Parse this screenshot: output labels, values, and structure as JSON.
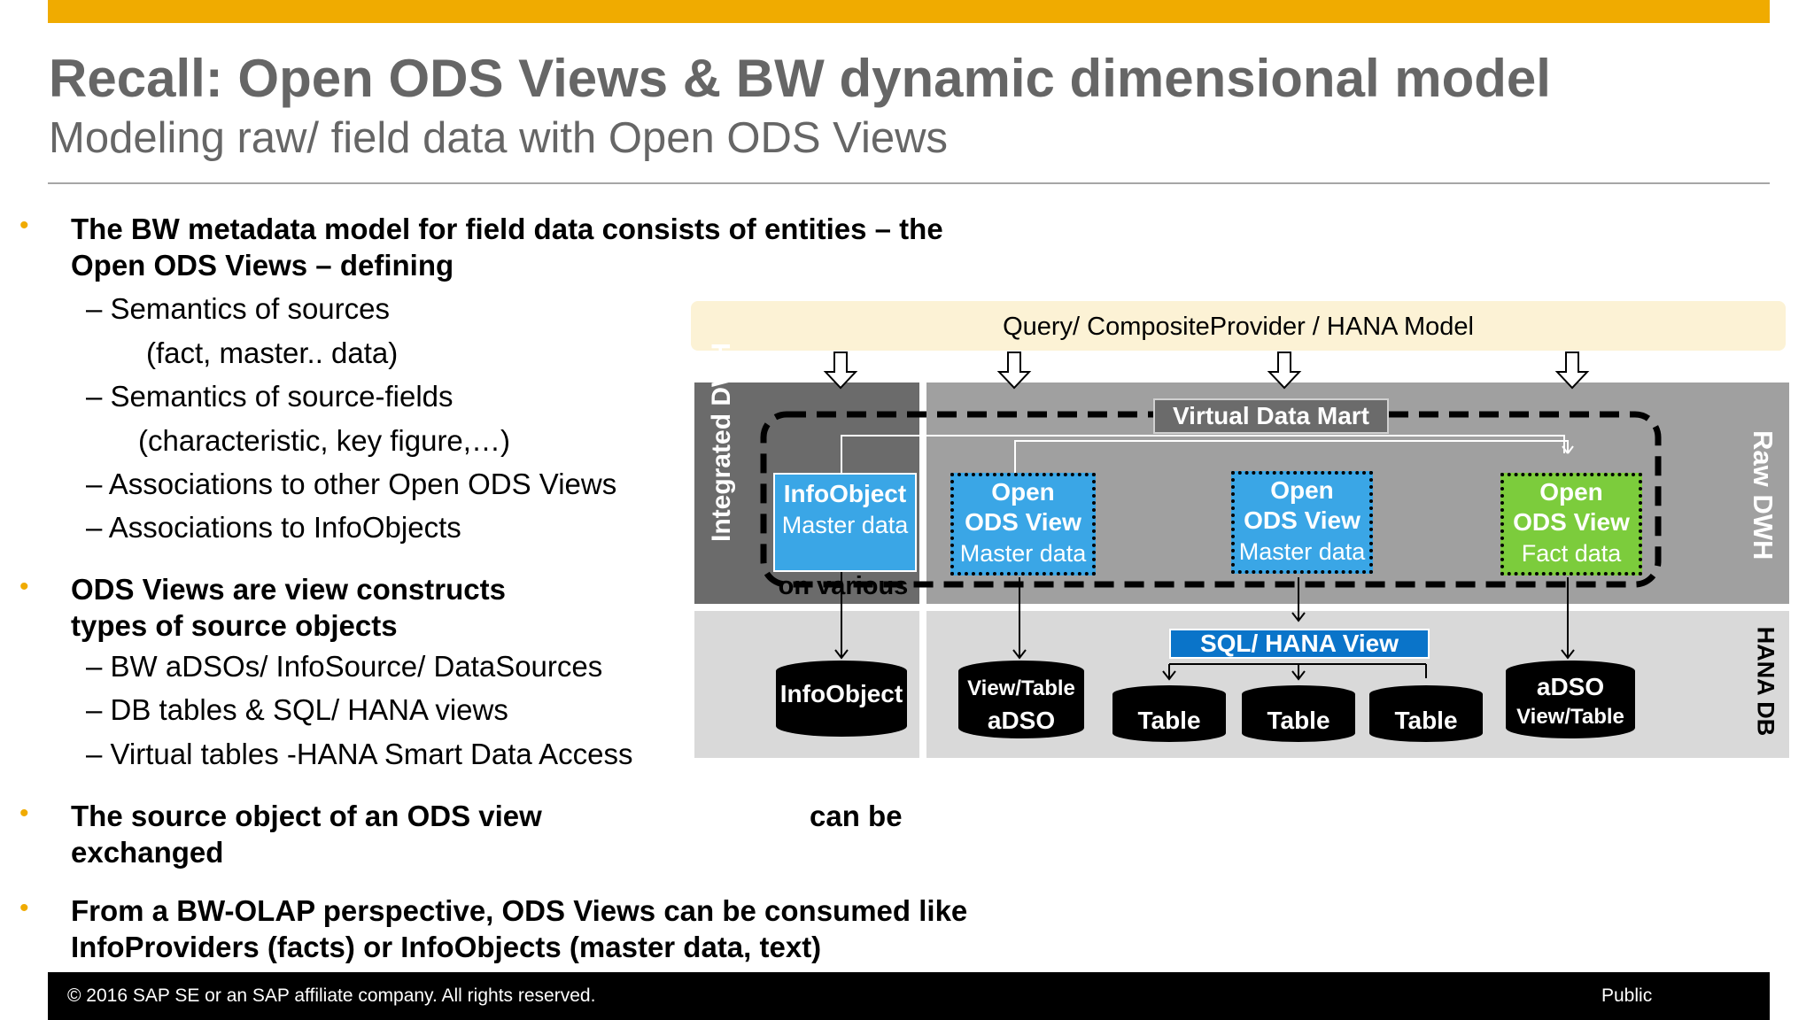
{
  "header": {
    "title": "Recall: Open ODS Views & BW dynamic dimensional model",
    "subtitle": "Modeling raw/ field data with Open ODS Views"
  },
  "bullets": [
    {
      "lines": [
        "The BW metadata model for field data consists of entities – the",
        "Open ODS Views – defining"
      ],
      "subs": [
        "– Semantics of sources",
        "(fact, master.. data)",
        "– Semantics of source-fields",
        "(characteristic, key figure,…)",
        "– Associations to other Open ODS Views",
        "– Associations to InfoObjects"
      ]
    },
    {
      "lines": [
        "ODS Views are view constructs",
        "types of source objects"
      ],
      "overlay": "on various",
      "subs": [
        "– BW aDSOs/ InfoSource/ DataSources",
        "– DB tables & SQL/ HANA views",
        "– Virtual tables -HANA Smart Data Access"
      ]
    },
    {
      "lines": [
        "The source object of an ODS view",
        "exchanged"
      ],
      "tail": "can be"
    },
    {
      "lines": [
        "From a BW-OLAP perspective, ODS Views can be consumed like",
        "InfoProviders (facts) or InfoObjects (master data, text)"
      ]
    }
  ],
  "diagram": {
    "query_bar": "Query/ CompositeProvider / HANA Model",
    "virtual_data_mart": "Virtual Data Mart",
    "integrated_dwh": "Integrated DWH",
    "raw_dwh": "Raw DWH",
    "hana_db": "HANA DB",
    "infoobject_box": {
      "title": "InfoObject",
      "sub": "Master data"
    },
    "ods_master_1": {
      "title": "Open",
      "title2": "ODS View",
      "sub": "Master data"
    },
    "ods_master_2": {
      "title": "Open",
      "title2": "ODS View",
      "sub": "Master data"
    },
    "ods_fact": {
      "title": "Open",
      "title2": "ODS View",
      "sub": "Fact data"
    },
    "sql_hana_view": "SQL/ HANA View",
    "db_infoobject": "InfoObject",
    "db_viewtable": {
      "line1": "View/Table",
      "line2": "aDSO"
    },
    "db_tables": [
      "Table",
      "Table",
      "Table"
    ],
    "db_adso": {
      "line1": "aDSO",
      "line2": "View/Table"
    },
    "colors": {
      "accent": "#f0ab00",
      "blue": "#3aa6e6",
      "green": "#7ccc3c",
      "sqlblue": "#0a74c9",
      "query": "#fcf2d5"
    }
  },
  "footer": {
    "copyright": "© 2016 SAP SE or an SAP affiliate company. All rights reserved.",
    "classification": "Public"
  }
}
